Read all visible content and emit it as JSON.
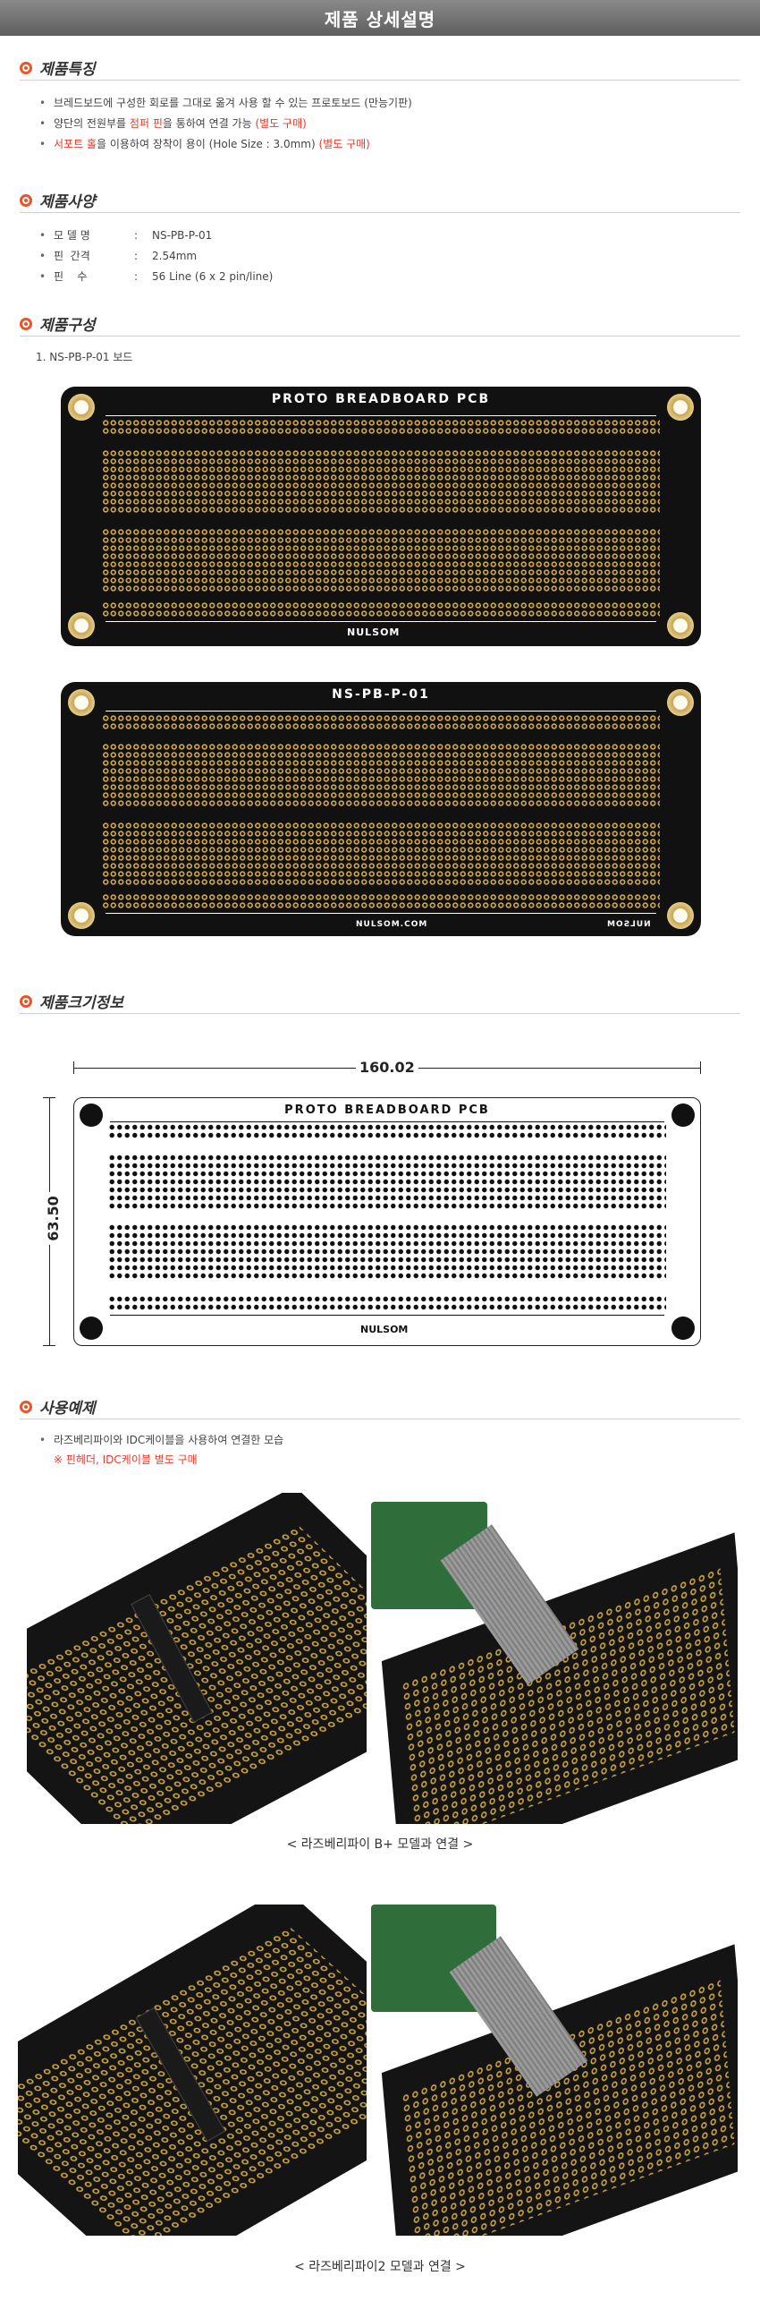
{
  "header": {
    "title": "제품 상세설명"
  },
  "features": {
    "title": "제품특징",
    "items": [
      {
        "pre": "브레드보드에 구성한 회로를 그대로 옮겨 사용 할 수 있는 프로토보드 (만능기판)",
        "red": "",
        "post": "",
        "red2": ""
      },
      {
        "pre": "양단의 전원부를 ",
        "red": "점퍼 핀",
        "post": "을 통하여 연결 가능 ",
        "red2": "(별도 구매)"
      },
      {
        "pre": "",
        "red": "서포트 홀",
        "post": "을 이용하여 장착이 용이 (Hole Size : 3.0mm) ",
        "red2": "(별도 구매)"
      }
    ]
  },
  "specs": {
    "title": "제품사양",
    "rows": [
      {
        "label": "모 델 명",
        "value": "NS-PB-P-01"
      },
      {
        "label": "핀  간격",
        "value": "2.54mm"
      },
      {
        "label": "핀    수",
        "value": "56 Line (6 x 2 pin/line)"
      }
    ]
  },
  "components": {
    "title": "제품구성",
    "item": "1. NS-PB-P-01 보드"
  },
  "board_front": {
    "title": "PROTO  BREADBOARD  PCB",
    "brand": "NULSOM"
  },
  "board_back": {
    "title": "NS-PB-P-01",
    "brand": "NULSOM.COM",
    "brand2": "NULSOM"
  },
  "size": {
    "title": "제품크기정보",
    "width": "160.02",
    "height": "63.50",
    "pcb_title": "PROTO  BREADBOARD  PCB",
    "brand": "NULSOM"
  },
  "usage": {
    "title": "사용예제",
    "item": "라즈베리파이와 IDC케이블을 사용하여 연결한 모습",
    "note": "※ 핀헤더, IDC케이블 별도 구매",
    "caption1": "< 라즈베리파이 B+ 모델과 연결 >",
    "caption2": "< 라즈베리파이2 모델과 연결 >"
  }
}
